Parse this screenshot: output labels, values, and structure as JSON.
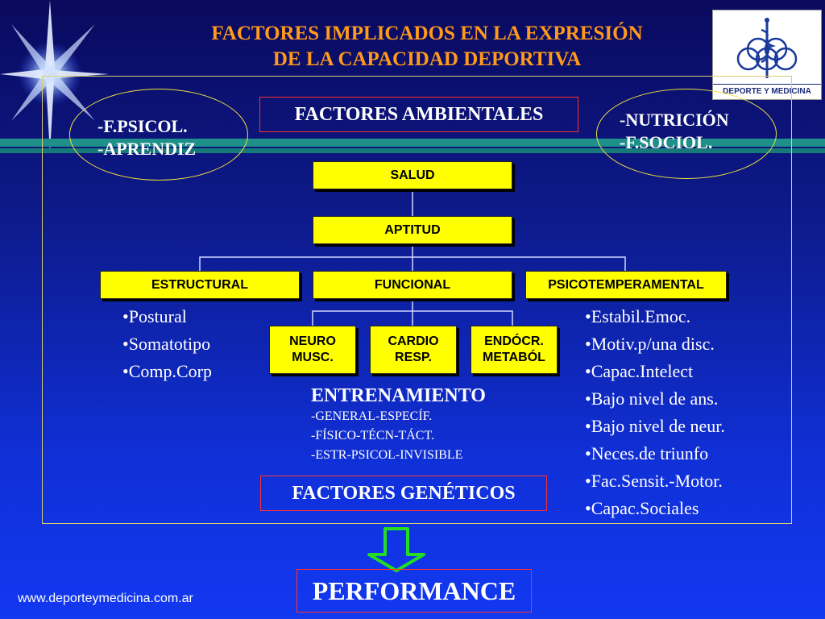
{
  "title": {
    "line1": "FACTORES IMPLICADOS EN LA EXPRESIÓN",
    "line2": "DE LA CAPACIDAD DEPORTIVA"
  },
  "logo": {
    "text": "DEPORTE Y MEDICINA"
  },
  "left_oval": {
    "line1": "-F.PSICOL.",
    "line2": "-APRENDIZ"
  },
  "right_oval": {
    "line1": "-NUTRICIÓN",
    "line2": "-F.SOCIOL."
  },
  "ambientales": "FACTORES AMBIENTALES",
  "boxes": {
    "salud": "SALUD",
    "aptitud": "APTITUD",
    "estructural": "ESTRUCTURAL",
    "funcional": "FUNCIONAL",
    "psicotemperamental": "PSICOTEMPERAMENTAL",
    "neuro": {
      "line1": "NEURO",
      "line2": "MUSC."
    },
    "cardio": {
      "line1": "CARDIO",
      "line2": "RESP."
    },
    "endocr": {
      "line1": "ENDÓCR.",
      "line2": "METABÓL"
    }
  },
  "estructural_items": [
    "•Postural",
    "•Somatotipo",
    "•Comp.Corp"
  ],
  "psico_items": [
    "•Estabil.Emoc.",
    "•Motiv.p/una disc.",
    "•Capac.Intelect",
    "•Bajo nivel de ans.",
    "•Bajo nivel de neur.",
    "•Neces.de triunfo",
    "•Fac.Sensit.-Motor.",
    "•Capac.Sociales"
  ],
  "entrenamiento": {
    "title": "ENTRENAMIENTO",
    "items": [
      "-GENERAL-ESPECÍF.",
      "-FÍSICO-TÉCN-TÁCT.",
      "-ESTR-PSICOL-INVISIBLE"
    ]
  },
  "geneticos": "FACTORES GENÉTICOS",
  "performance": "PERFORMANCE",
  "url": "www.deporteymedicina.com.ar",
  "colors": {
    "title": "#ff9a1a",
    "box_fill": "#ffff00",
    "arrow": "#22dd22",
    "oval_border": "#f0e040",
    "label_border": "#ff3030"
  }
}
